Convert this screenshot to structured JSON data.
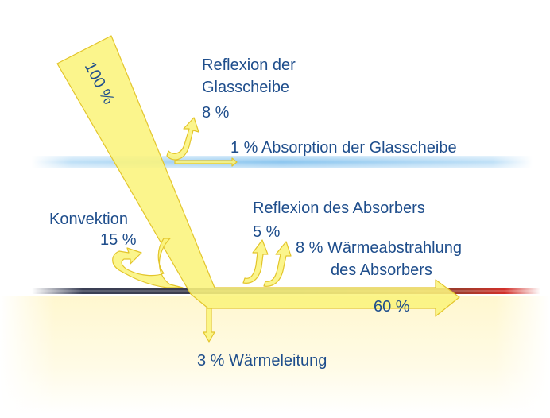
{
  "diagram": {
    "incoming": {
      "label": "100 %"
    },
    "glass_reflection": {
      "title_line1": "Reflexion der",
      "title_line2": "Glasscheibe",
      "value": "8 %"
    },
    "glass_absorption": {
      "label": "1 % Absorption der Glasscheibe"
    },
    "convection": {
      "title": "Konvektion",
      "value": "15 %"
    },
    "absorber_reflection": {
      "title": "Reflexion des Absorbers",
      "value": "5 %"
    },
    "thermal_radiation": {
      "line1": "8 % Wärmeabstrahlung",
      "line2": "des Absorbers"
    },
    "useful_heat": {
      "label": "60 %"
    },
    "conduction": {
      "label": "3 % Wärmeleitung"
    }
  },
  "colors": {
    "text": "#1f4e8c",
    "arrow_fill": "#fbf47c",
    "arrow_stroke": "#e3c52b",
    "glass": "#6fb3e8",
    "absorber_dark": "#2a2f45",
    "absorber_hot": "#c0392b",
    "bottom_glow": "#fff6c8"
  }
}
